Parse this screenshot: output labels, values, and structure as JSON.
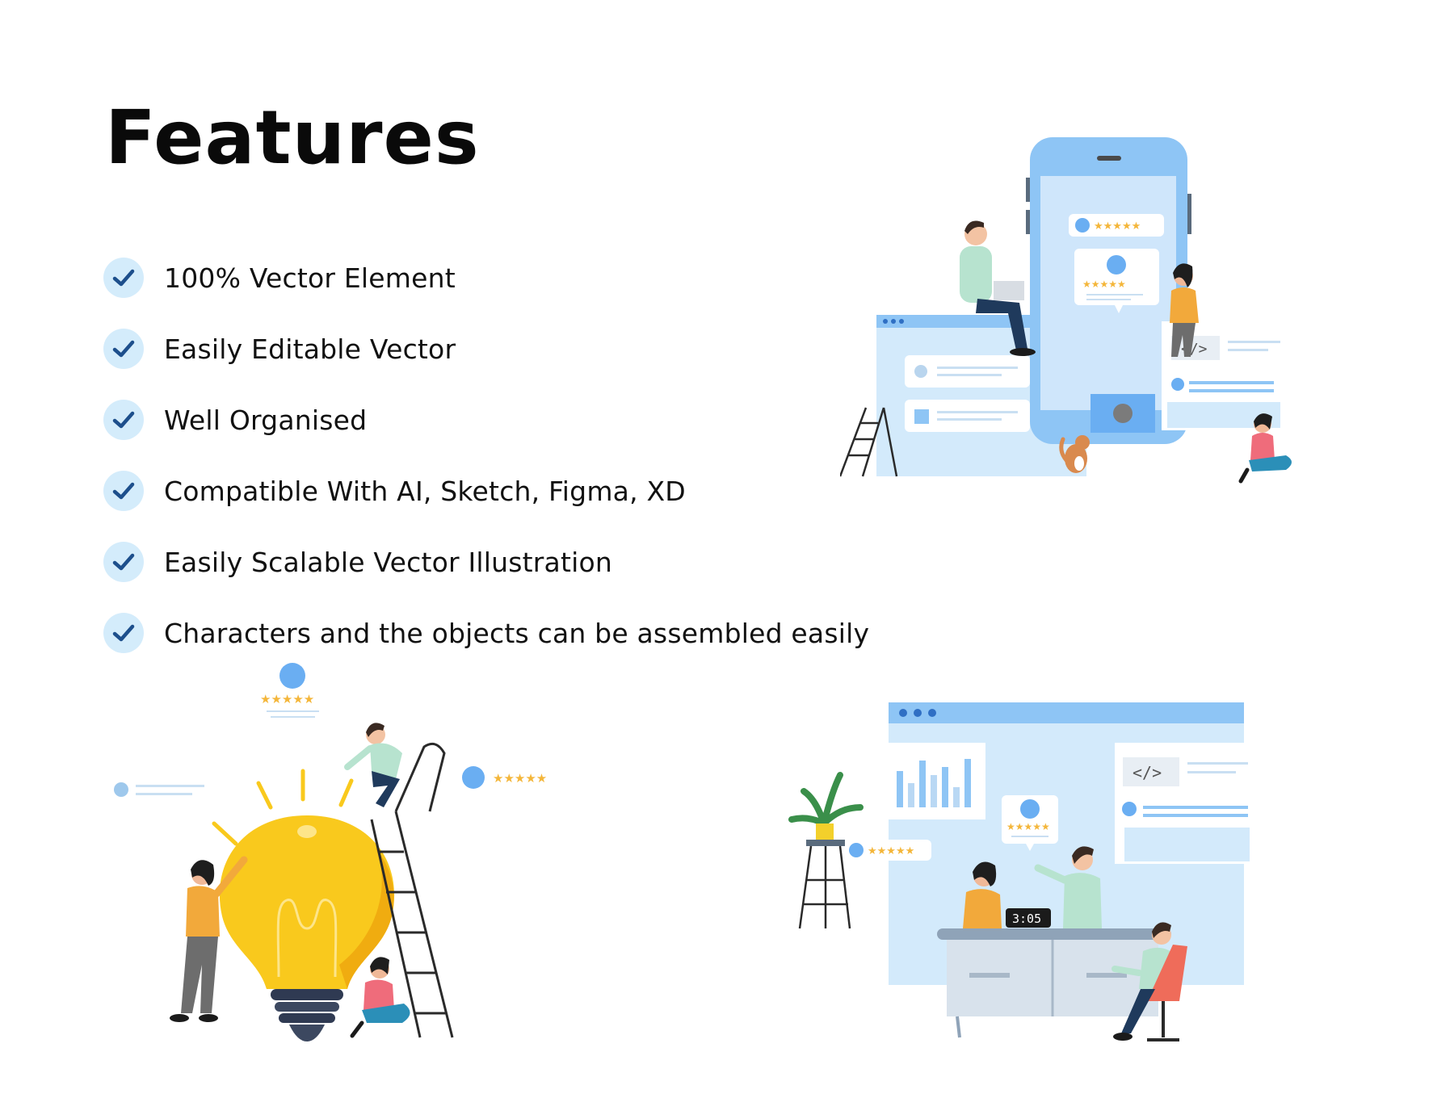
{
  "page": {
    "title": "Features",
    "accent_color": "#1d4f8c",
    "check_bg_color": "#d4ecfb"
  },
  "features": [
    {
      "label": "100% Vector Element",
      "icon": "check-icon"
    },
    {
      "label": "Easily Editable Vector",
      "icon": "check-icon"
    },
    {
      "label": "Well Organised",
      "icon": "check-icon"
    },
    {
      "label": "Compatible With AI, Sketch, Figma, XD",
      "icon": "check-icon"
    },
    {
      "label": "Easily Scalable Vector Illustration",
      "icon": "check-icon"
    },
    {
      "label": "Characters and the objects can be assembled easily",
      "icon": "check-icon"
    }
  ],
  "illustrations": {
    "meeting": {
      "clock_text": "3:05"
    }
  }
}
